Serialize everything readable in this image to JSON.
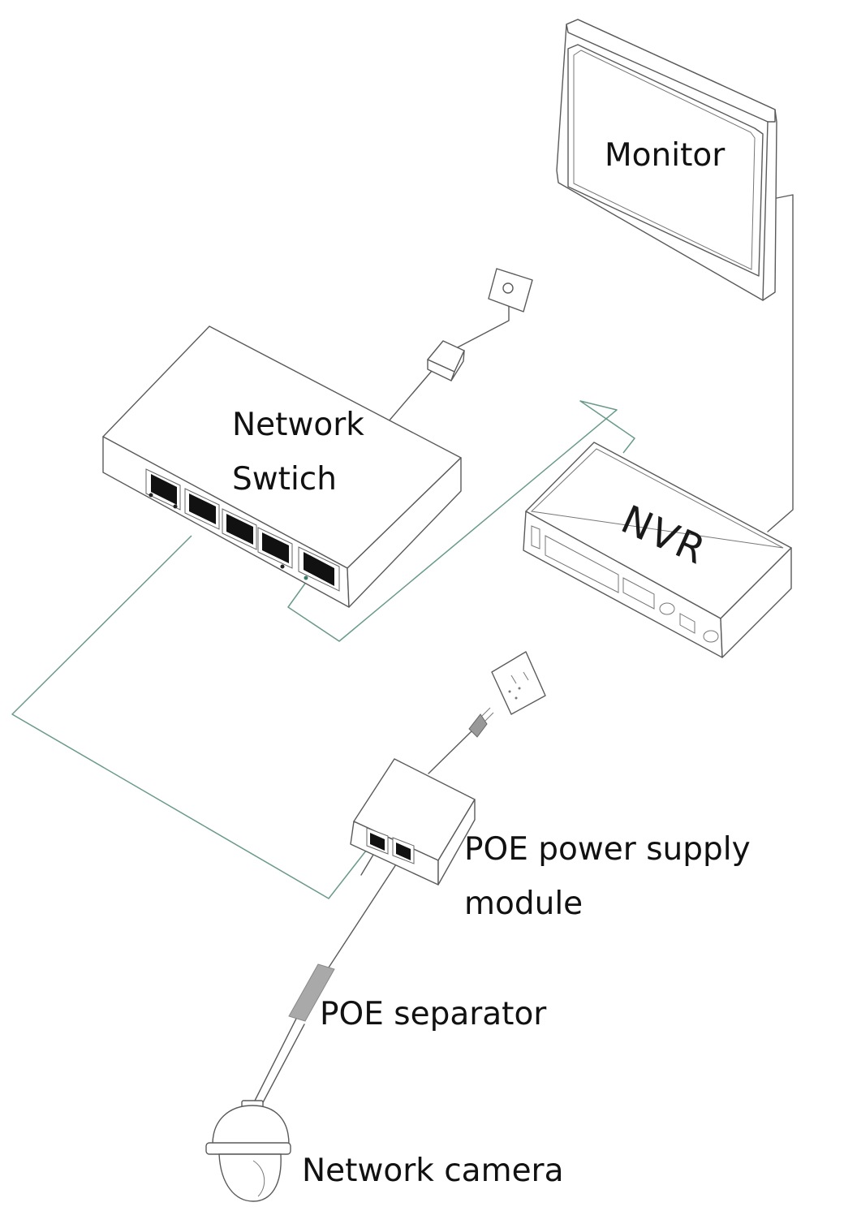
{
  "diagram": {
    "type": "network-topology",
    "title": "",
    "nodes": [
      {
        "id": "monitor",
        "label": "Monitor"
      },
      {
        "id": "network-switch",
        "label_lines": [
          "Network",
          "Swtich"
        ]
      },
      {
        "id": "nvr",
        "label": "NVR"
      },
      {
        "id": "poe-module",
        "label_lines": [
          "POE power supply",
          "module"
        ]
      },
      {
        "id": "poe-separator",
        "label": "POE separator"
      },
      {
        "id": "network-camera",
        "label": "Network camera"
      },
      {
        "id": "switch-power-adapter",
        "label": ""
      },
      {
        "id": "switch-wall-outlet",
        "label": ""
      },
      {
        "id": "poe-wall-outlet",
        "label": ""
      },
      {
        "id": "poe-plug",
        "label": ""
      }
    ],
    "edges": [
      {
        "from": "nvr",
        "to": "monitor",
        "type": "video-cable"
      },
      {
        "from": "network-switch",
        "to": "nvr",
        "type": "network-cable"
      },
      {
        "from": "network-switch",
        "to": "poe-module",
        "type": "network-cable"
      },
      {
        "from": "poe-module",
        "to": "poe-separator",
        "type": "poe-cable"
      },
      {
        "from": "poe-separator",
        "to": "network-camera",
        "type": "cable"
      },
      {
        "from": "switch-wall-outlet",
        "to": "switch-power-adapter",
        "type": "power-cable"
      },
      {
        "from": "switch-power-adapter",
        "to": "network-switch",
        "type": "power-cable"
      },
      {
        "from": "poe-wall-outlet",
        "to": "poe-module",
        "type": "power-cable"
      }
    ],
    "colors": {
      "network_cable": "#6a9a8c",
      "outline": "#5a5a5a",
      "separator_fill": "#a9a9a9"
    },
    "switch_port_count": 5,
    "poe_module_port_count": 2
  },
  "labels": {
    "monitor": "Monitor",
    "switch_line1": "Network",
    "switch_line2": "Swtich",
    "nvr": "NVR",
    "poe_line1": "POE power supply",
    "poe_line2": "module",
    "separator": "POE separator",
    "camera": "Network camera"
  }
}
